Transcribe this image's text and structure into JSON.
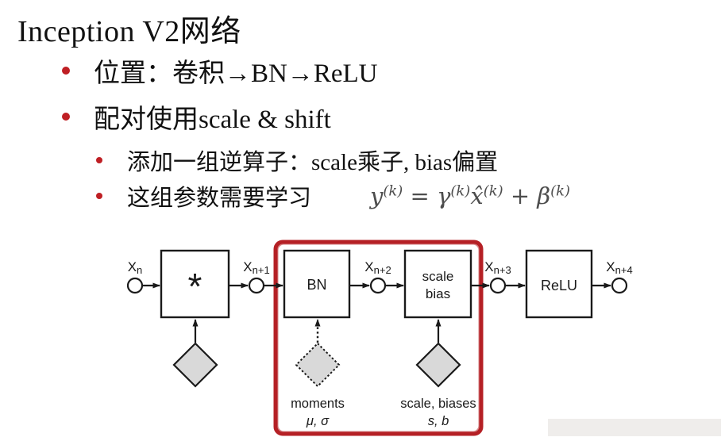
{
  "slide": {
    "title": "Inception V2网络",
    "bullets": [
      {
        "level": 1,
        "text": "位置：卷积→BN→ReLU"
      },
      {
        "level": 1,
        "text": "配对使用scale & shift"
      },
      {
        "level": 2,
        "text": "添加一组逆算子：scale乘子, bias偏置"
      },
      {
        "level": 2,
        "text": "这组参数需要学习"
      }
    ],
    "formula": {
      "t1": "y",
      "s1": "(k)",
      "t2": " = γ",
      "s2": "(k)",
      "t3": "x̂",
      "s3": "(k)",
      "t4": " + β",
      "s4": "(k)"
    }
  },
  "diagram": {
    "nodes": [
      {
        "main": "X",
        "sub": "n"
      },
      {
        "main": "X",
        "sub": "n+1"
      },
      {
        "main": "X",
        "sub": "n+2"
      },
      {
        "main": "X",
        "sub": "n+3"
      },
      {
        "main": "X",
        "sub": "n+4"
      }
    ],
    "boxes": [
      {
        "label": "*"
      },
      {
        "label": "BN"
      },
      {
        "label": "scale",
        "label2": "bias"
      },
      {
        "label": "ReLU"
      }
    ],
    "params": [
      {
        "name": "moments",
        "symbols": "μ, σ"
      },
      {
        "name": "scale, biases",
        "symbols": "s, b"
      }
    ],
    "colors": {
      "highlight": "#b52025",
      "bullet": "#bf1f24",
      "diamond_fill": "#d9d9d9",
      "line": "#1a1a1a"
    }
  }
}
